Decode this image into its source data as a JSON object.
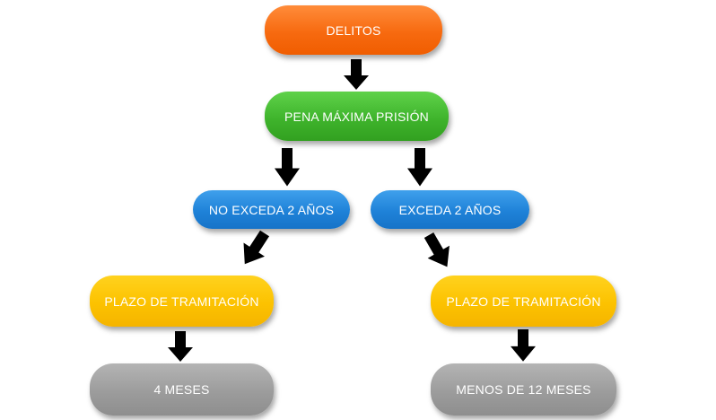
{
  "nodes": {
    "delitos": "DELITOS",
    "pena_maxima": "PENA MÁXIMA PRISIÓN",
    "no_exceda": "NO EXCEDA 2 AÑOS",
    "exceda": "EXCEDA 2 AÑOS",
    "plazo_left": "PLAZO DE TRAMITACIÓN",
    "plazo_right": "PLAZO DE TRAMITACIÓN",
    "cuatro_meses": "4 MESES",
    "doce_meses": "MENOS DE 12 MESES"
  },
  "colors": {
    "orange": "#f76a10",
    "green": "#3fb42c",
    "blue": "#1f82d8",
    "yellow": "#fcc200",
    "gray": "#9c9c9c",
    "arrow": "#000000"
  }
}
